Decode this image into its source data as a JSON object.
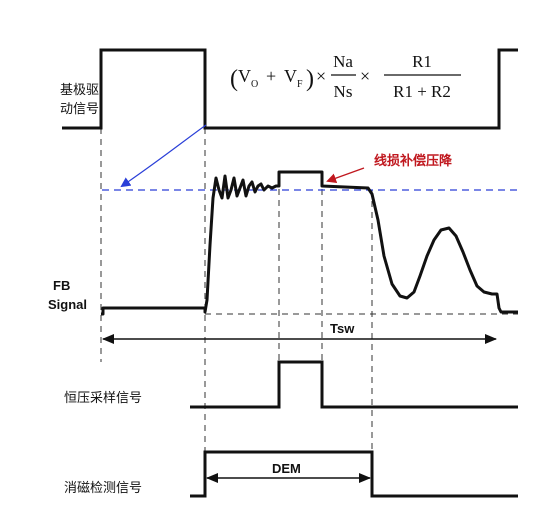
{
  "labels": {
    "base_drive_line1": "基极驱",
    "base_drive_line2": "动信号",
    "fb_line1": "FB",
    "fb_line2": "Signal",
    "line_loss_comp": "线损补偿压降",
    "tsw": "Tsw",
    "cv_sampling": "恒压采样信号",
    "demag_detect": "消磁检测信号",
    "dem": "DEM"
  },
  "formula": {
    "lparen": "(",
    "vo": "V",
    "vo_sub": "O",
    "plus": "+",
    "vf": "V",
    "vf_sub": "F",
    "rparen": ")",
    "times1": "×",
    "frac1_num": "Na",
    "frac1_den": "Ns",
    "times2": "×",
    "frac2_num": "R1",
    "frac2_den": "R1 + R2"
  },
  "colors": {
    "waveform": "#000000",
    "reference_line": "#2a3fd8",
    "annotation_arrow_blue": "#2a3fd8",
    "annotation_text_red": "#c0181f"
  }
}
